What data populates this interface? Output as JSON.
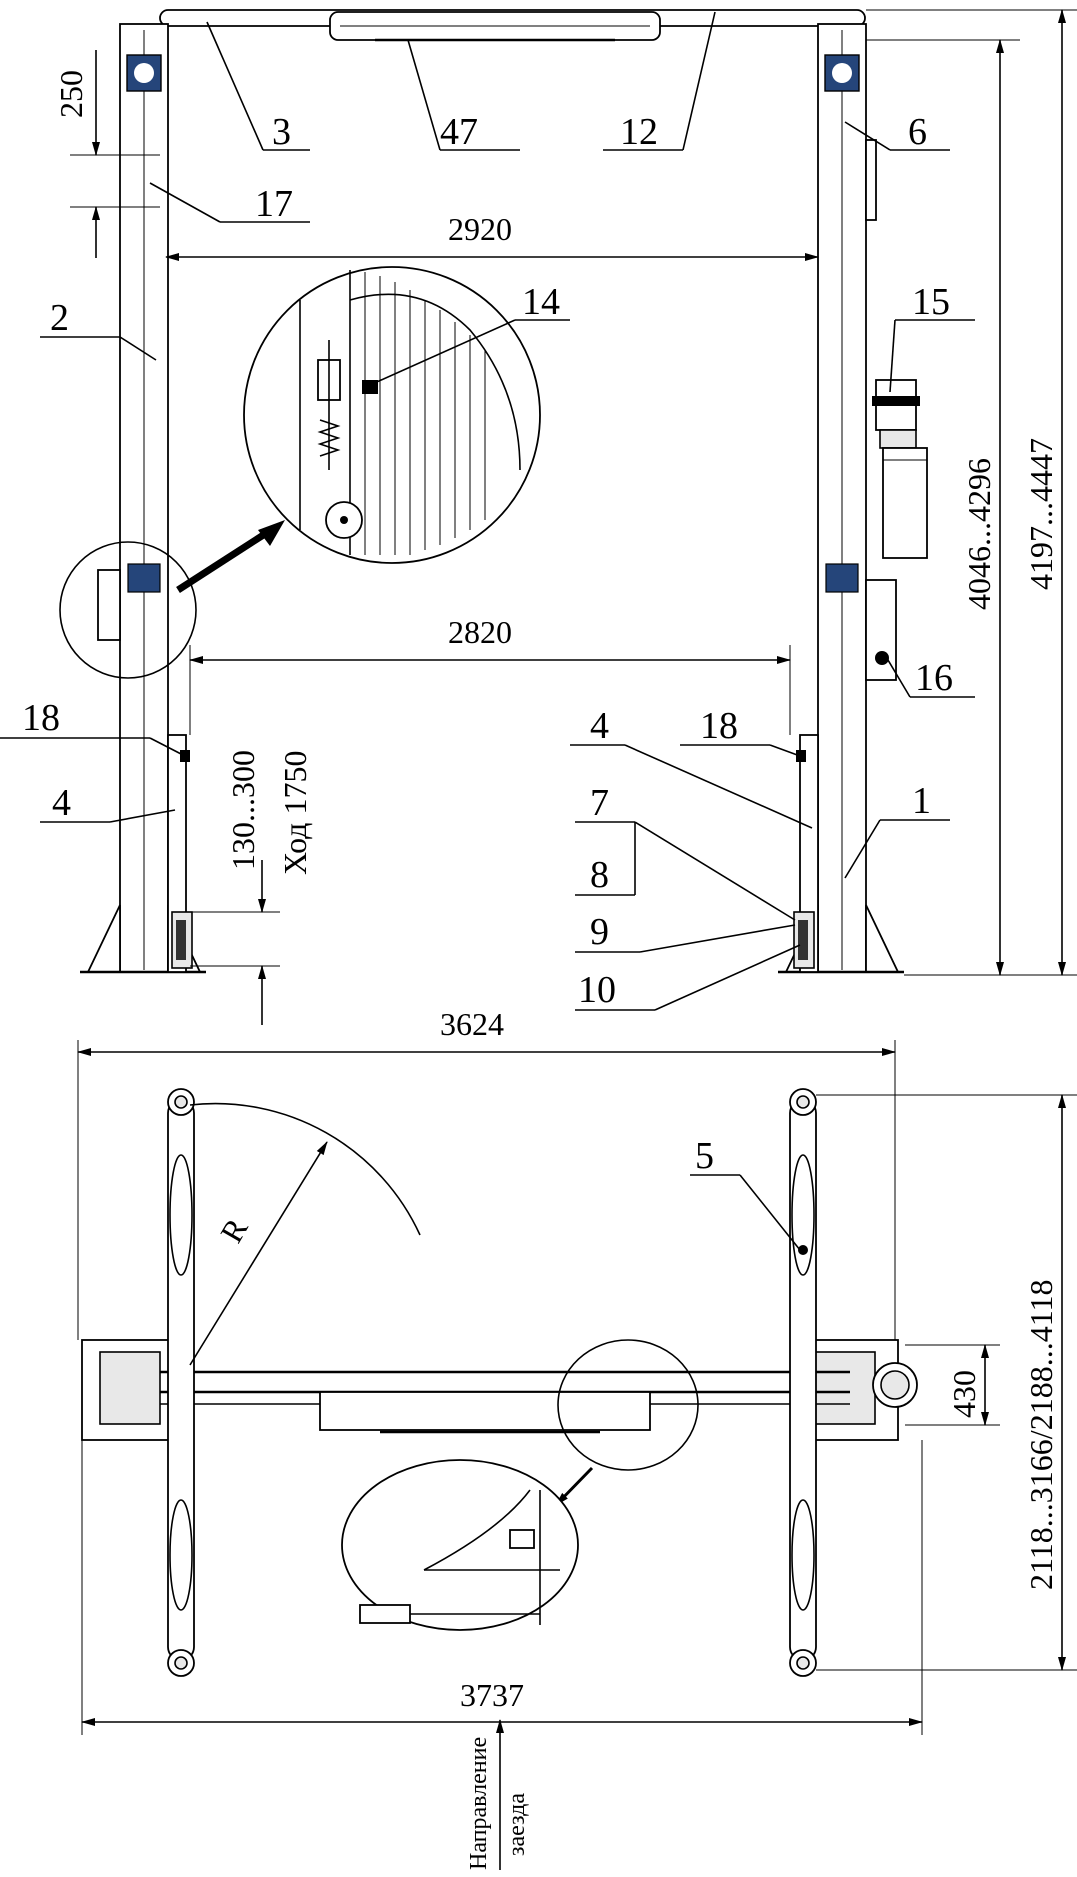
{
  "callouts": {
    "c3": "3",
    "c47": "47",
    "c12": "12",
    "c6": "6",
    "c17": "17",
    "c2": "2",
    "c14": "14",
    "c15": "15",
    "c16": "16",
    "c18a": "18",
    "c18b": "18",
    "c4a": "4",
    "c4b": "4",
    "c7": "7",
    "c8": "8",
    "c9": "9",
    "c10": "10",
    "c1": "1",
    "c5": "5"
  },
  "dimensions": {
    "d250": "250",
    "d2920": "2920",
    "d2820": "2820",
    "d130_300": "130...300",
    "stroke": "Ход 1750",
    "d4046": "4046...4296",
    "d4197": "4197...4447",
    "d3624": "3624",
    "d3737": "3737",
    "d430": "430",
    "d2118": "2118...3166/2188...4118",
    "radius": "R"
  },
  "direction": {
    "line1": "Направление",
    "line2": "заезда"
  }
}
